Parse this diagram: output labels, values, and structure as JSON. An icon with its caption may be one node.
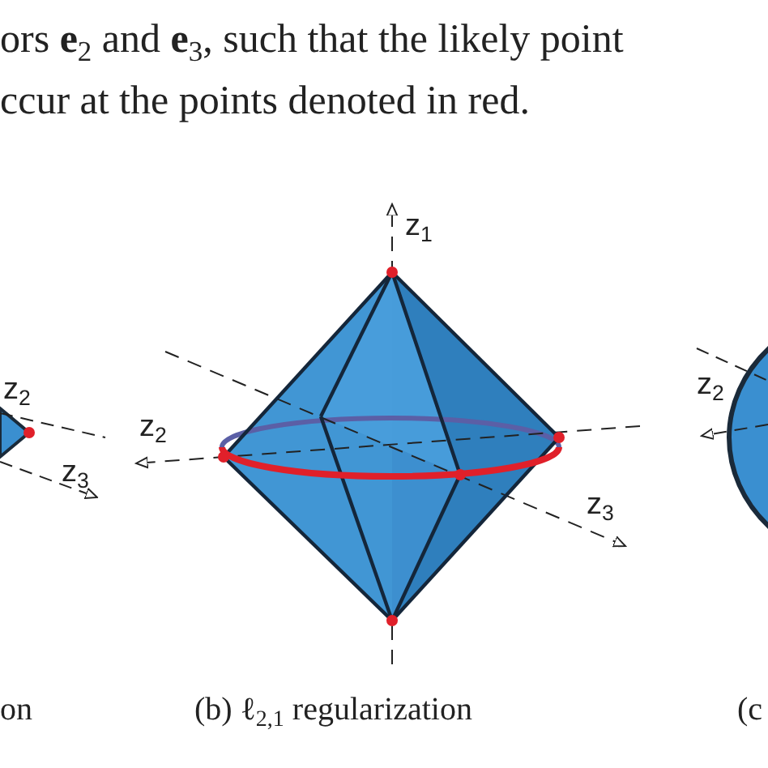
{
  "diagram": {
    "labels": [
      "ors **e**$_{2}$ and **e**$_{3}$, such that the likely point",
      "ccur at the points denoted in red.",
      "z$_{1}$",
      "z$_{2}$",
      "z$_{2}$",
      "z$_{2}$",
      "z$_{3}$",
      "z$_{3}$",
      "on",
      "(b) ℓ$_{2,1}$ regularization",
      "(c"
    ]
  }
}
